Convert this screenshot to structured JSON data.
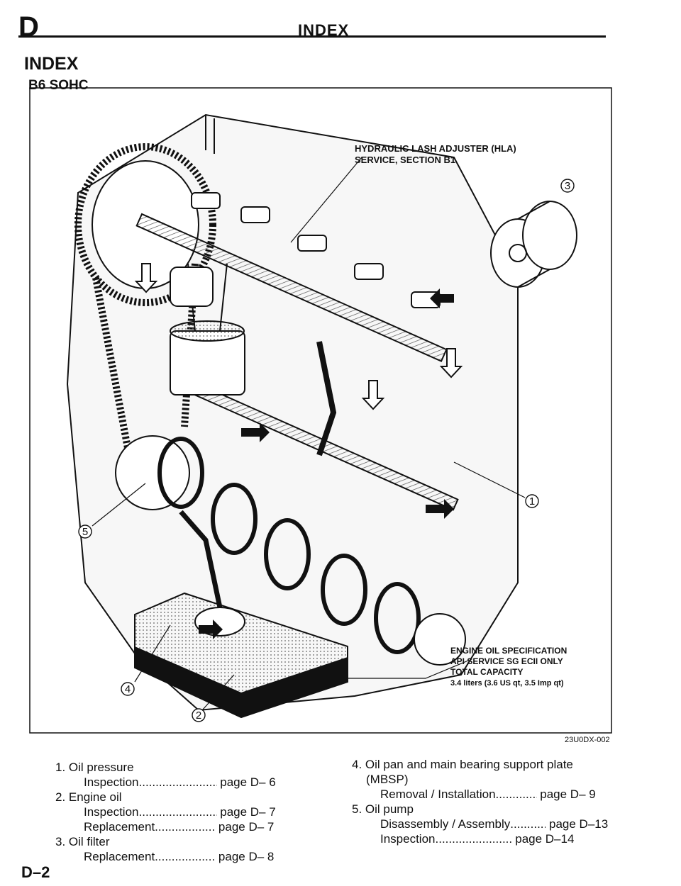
{
  "header": {
    "letter": "D",
    "title": "INDEX"
  },
  "page_title": "INDEX",
  "section": "B6 SOHC",
  "figure": {
    "hla_label_1": "HYDRAULIC LASH ADJUSTER (HLA)",
    "hla_label_2": "SERVICE, SECTION B1",
    "spec_1": "ENGINE OIL SPECIFICATION",
    "spec_2": "API SERVICE SG ECII ONLY",
    "spec_3": "TOTAL CAPACITY",
    "spec_4": "3.4 liters (3.6 US qt, 3.5 Imp qt)",
    "callouts": {
      "c1": "1",
      "c2": "2",
      "c3": "3",
      "c4": "4",
      "c5": "5"
    },
    "code": "23U0DX-002"
  },
  "index_left": [
    {
      "title": "1. Oil pressure",
      "items": [
        {
          "label": "Inspection",
          "page": "page D– 6"
        }
      ]
    },
    {
      "title": "2. Engine oil",
      "items": [
        {
          "label": "Inspection",
          "page": "page D– 7"
        },
        {
          "label": "Replacement",
          "page": "page D– 7"
        }
      ]
    },
    {
      "title": "3. Oil filter",
      "items": [
        {
          "label": "Replacement",
          "page": "page D– 8"
        }
      ]
    }
  ],
  "index_right": [
    {
      "title": "4. Oil pan and main bearing support plate",
      "title2": "(MBSP)",
      "items": [
        {
          "label": "Removal / Installation",
          "page": "page D– 9"
        }
      ]
    },
    {
      "title": "5. Oil pump",
      "items": [
        {
          "label": "Disassembly / Assembly",
          "page": "page D–13"
        },
        {
          "label": "Inspection",
          "page": "page D–14"
        }
      ]
    }
  ],
  "footer": "D–2"
}
